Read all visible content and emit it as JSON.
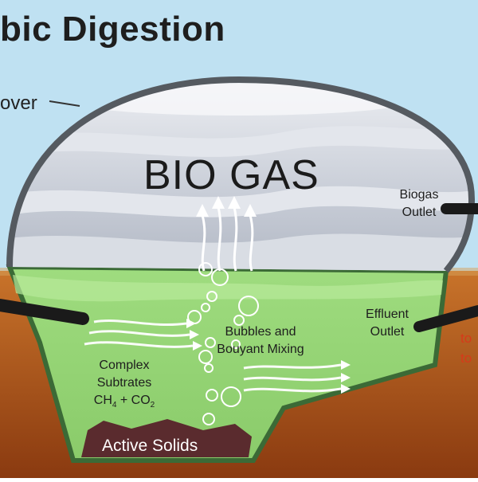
{
  "title": "bic Digestion",
  "labels": {
    "cover": "over",
    "bio_gas": "BIO GAS",
    "biogas_outlet_line1": "Biogas",
    "biogas_outlet_line2": "Outlet",
    "effluent_line1": "Effluent",
    "effluent_line2": "Outlet",
    "to_line1": "to",
    "to_line2": "to",
    "bubbles_line1": "Bubbles and",
    "bubbles_line2": "Bouyant Mixing",
    "complex_line1": "Complex",
    "complex_line2": "Subtrates",
    "complex_line3_a": "CH",
    "complex_line3_sub1": "4",
    "complex_line3_b": " + CO",
    "complex_line3_sub2": "2",
    "active_solids": "Active Solids"
  },
  "colors": {
    "sky": "#bfe1f2",
    "soil_top": "#b8641f",
    "soil_bottom": "#8a3a10",
    "liquid": "#9bd87a",
    "liquid_band": "#7bc759",
    "wall": "#3f6f3a",
    "dome_fill": "#c7ccd6",
    "dome_stripe": "#e5e8ee",
    "solids": "#5a2b2e",
    "arrow": "#ffffff"
  }
}
